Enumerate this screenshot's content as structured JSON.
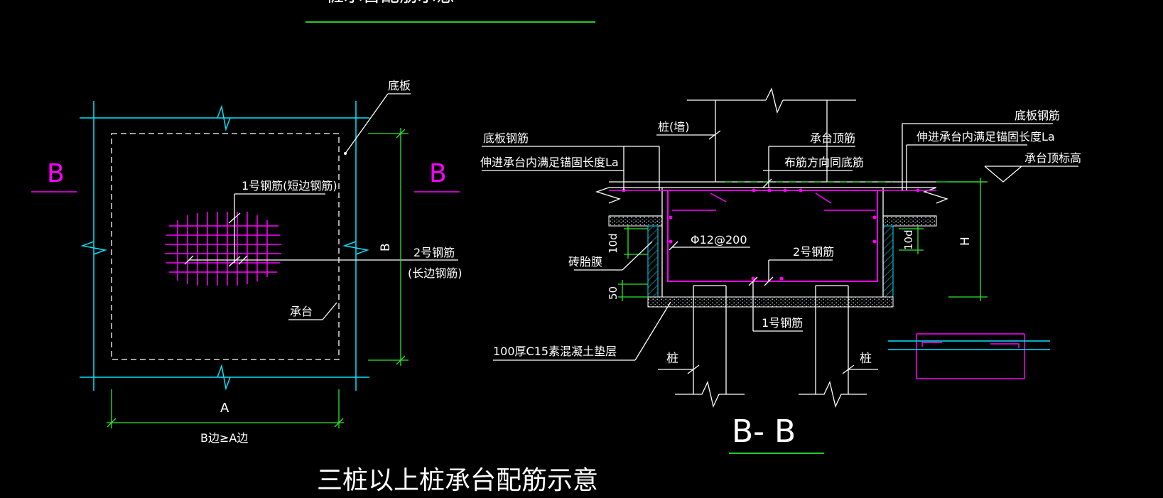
{
  "colors": {
    "background": "#000000",
    "outline": "#00e5ff",
    "dimension": "#2ee62e",
    "rebar": "#ff00ff",
    "leader": "#ffffff"
  },
  "title_top": "桩承台配筋示意",
  "plan": {
    "section_mark_left": "B",
    "section_mark_right": "B",
    "label_bottom_slab": "底板",
    "label_rebar_1": "1号钢筋(短边钢筋)",
    "label_rebar_2_line1": "2号钢筋",
    "label_rebar_2_line2": "(长边钢筋)",
    "label_cap": "承台",
    "dim_b": "B",
    "dim_a": "A",
    "dim_note": "B边≥A边"
  },
  "section": {
    "label_pile_wall": "桩(墙)",
    "label_slab_rebar_left": "底板钢筋",
    "label_anchor_left": "伸进承台内满足锚固长度La",
    "label_cap_top_rebar": "承台顶筋",
    "label_distribution": "布筋方向同底筋",
    "label_slab_rebar_right": "底板钢筋",
    "label_anchor_right": "伸进承台内满足锚固长度La",
    "label_cap_top_elev": "承台顶标高",
    "label_rebar_spec": "Φ12@200",
    "label_rebar_2": "2号钢筋",
    "label_rebar_1": "1号钢筋",
    "label_brick_mold": "砖胎膜",
    "label_10d_left": "10d",
    "label_10d_right": "10d",
    "label_50": "50",
    "label_h": "H",
    "label_cushion": "100厚C15素混凝土垫层",
    "label_pile_left": "桩",
    "label_pile_right": "桩",
    "title": "B- B"
  },
  "caption": "三桩以上桩承台配筋示意"
}
